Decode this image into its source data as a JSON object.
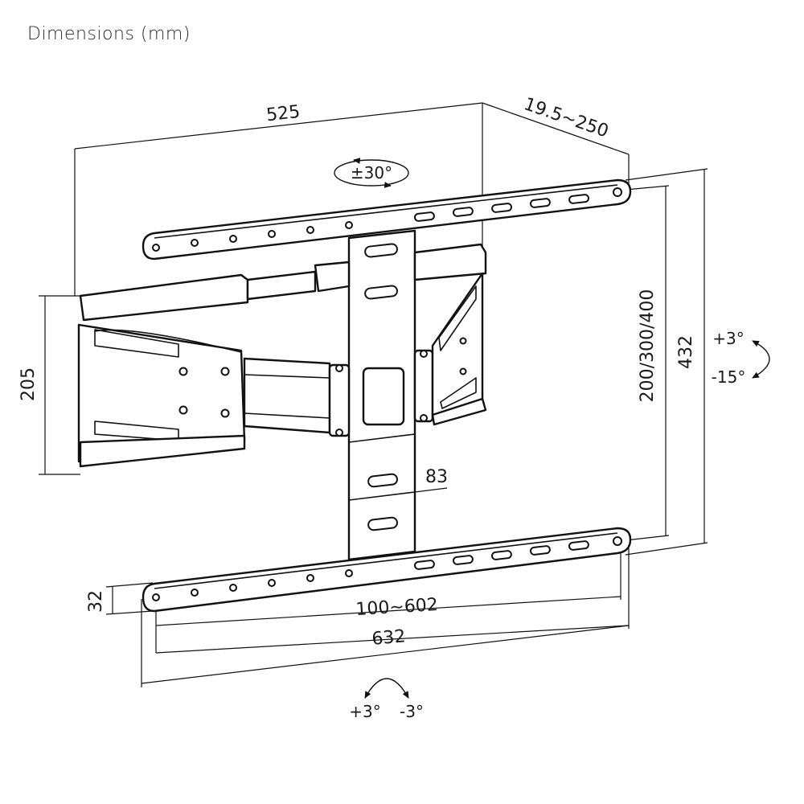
{
  "title": "Dimensions (mm)",
  "dimensions": {
    "top_width": "525",
    "depth": "19.5~250",
    "arm_plate_height": "205",
    "vesa": "200/300/400",
    "total_height": "432",
    "column_width": "83",
    "bar_height": "32",
    "vesa_horizontal": "100~602",
    "total_width": "632"
  },
  "angles": {
    "swivel": "±30°",
    "tilt_up": "+3°",
    "tilt_down": "-15°",
    "level_plus": "+3°",
    "level_minus": "-3°"
  }
}
